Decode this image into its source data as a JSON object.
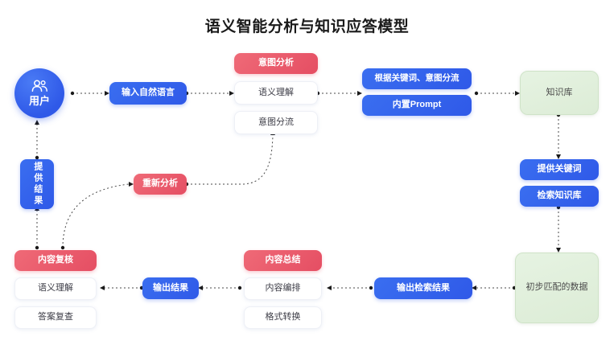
{
  "page": {
    "title": "语义智能分析与知识应答模型"
  },
  "colors": {
    "blue": "#2f59e8",
    "red": "#e54e63",
    "green": "#dcecd6",
    "text_dark": "#3c3c46",
    "connector": "#4a4a4a"
  },
  "nodes": {
    "user": {
      "label": "用户",
      "icon": "users-icon"
    },
    "input_nl": {
      "label": "输入自然语言"
    },
    "intent_group": {
      "header": "意图分析",
      "items": [
        "语义理解",
        "意图分流"
      ]
    },
    "routing": {
      "items": [
        "根据关键词、意图分流",
        "内置Prompt"
      ]
    },
    "knowledge_base": {
      "label": "知识库"
    },
    "retrieval": {
      "items": [
        "提供关键词",
        "检索知识库"
      ]
    },
    "matched_data": {
      "label": "初步匹配的数据"
    },
    "output_retrieval": {
      "label": "输出检索结果"
    },
    "summary_group": {
      "header": "内容总结",
      "items": [
        "内容编排",
        "格式转换"
      ]
    },
    "output_result": {
      "label": "输出结果"
    },
    "review_group": {
      "header": "内容复核",
      "items": [
        "语义理解",
        "答案复查"
      ]
    },
    "provide_result": {
      "label": "提供结果"
    },
    "reanalyze": {
      "label": "重新分析"
    }
  }
}
